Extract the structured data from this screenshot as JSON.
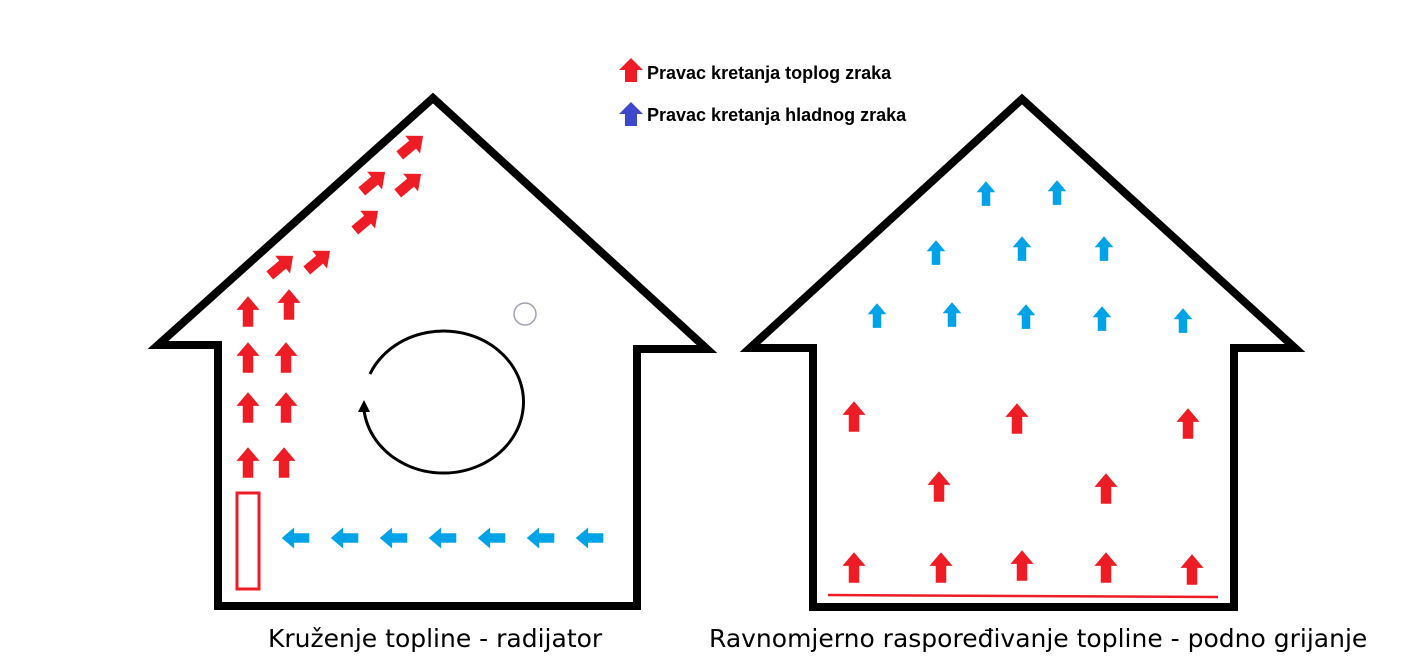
{
  "legend": {
    "warm": {
      "label": "Pravac kretanja toplog zraka",
      "color": "#ee1c25"
    },
    "cold": {
      "label": "Pravac kretanja hladnog zraka",
      "color": "#3f48cc"
    }
  },
  "captions": {
    "radiator": "Kruženje topline - radijator",
    "floor": "Ravnomjerno raspoređivanje topline - podno grijanje"
  },
  "colors": {
    "outline": "#000000",
    "warm_arrow": "#ee1c25",
    "cold_arrow": "#00a2e8",
    "heater": "#ee1c25",
    "circulation": "#000000"
  },
  "icons": {
    "warm_arrow": "arrow-up-red-icon",
    "cold_arrow": "arrow-blue-icon",
    "circulation": "circular-arrow-icon"
  }
}
